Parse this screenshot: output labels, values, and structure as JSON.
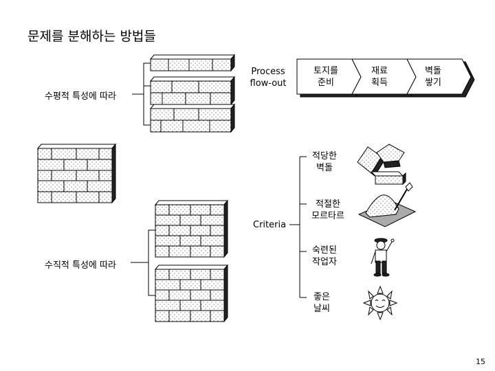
{
  "page_title": "문제를 분해하는 방법들",
  "horizontal_label": "수평적 특성에 따라",
  "vertical_label": "수직적 특성에 따라",
  "process_label_line1": "Process",
  "process_label_line2": "flow-out",
  "criteria_label": "Criteria",
  "process_steps": [
    {
      "line1": "토지를",
      "line2": "준비"
    },
    {
      "line1": "재료",
      "line2": "획득"
    },
    {
      "line1": "벽돌",
      "line2": "쌓기"
    }
  ],
  "criteria_items": [
    {
      "line1": "적당한",
      "line2": "벽돌",
      "icon": "bricks-icon"
    },
    {
      "line1": "적절한",
      "line2": "모르타르",
      "icon": "mortar-pile-icon"
    },
    {
      "line1": "숙련된",
      "line2": "작업자",
      "icon": "worker-icon"
    },
    {
      "line1": "좋은",
      "line2": "날씨",
      "icon": "sun-icon"
    }
  ],
  "page_number": "15"
}
